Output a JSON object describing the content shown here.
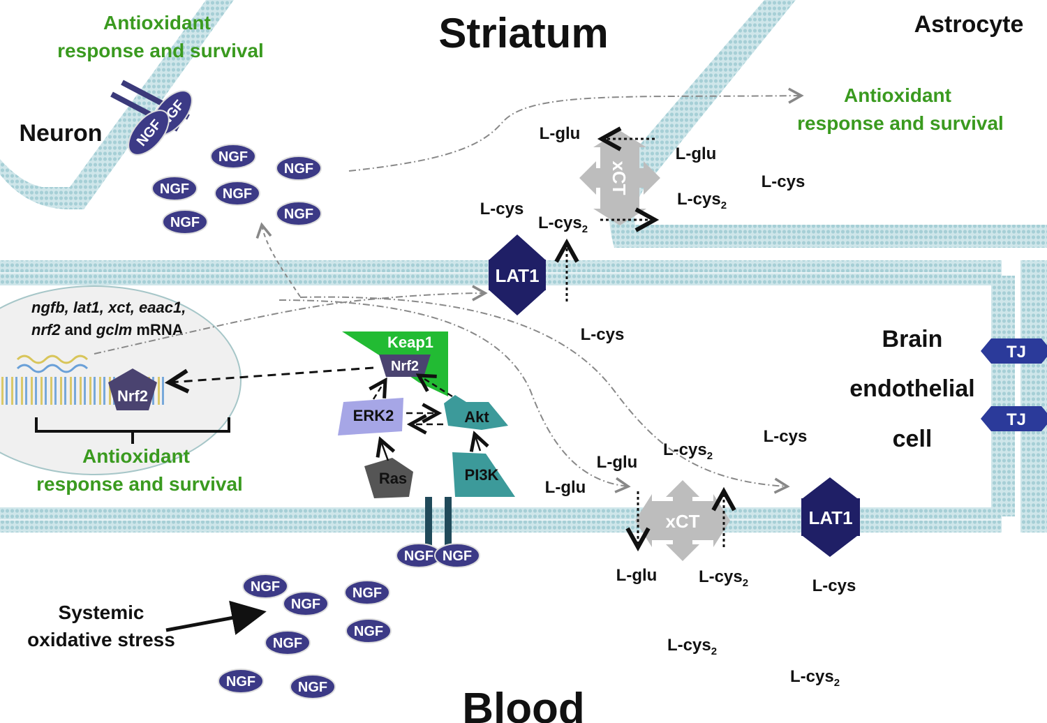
{
  "regions": {
    "striatum": "Striatum",
    "blood": "Blood",
    "astrocyte": "Astrocyte",
    "neuron": "Neuron",
    "endothelial": [
      "Brain",
      "endothelial",
      "cell"
    ]
  },
  "outcomes": {
    "antioxidant_line1": "Antioxidant",
    "antioxidant_line2": "response and survival"
  },
  "nucleus": {
    "mrna_line1": "ngfb, lat1, xct, eaac1,",
    "mrna_line2_a": "nrf2",
    "mrna_line2_b": " and ",
    "mrna_line2_c": "gclm",
    "mrna_line2_d": " mRNA",
    "nrf2": "Nrf2"
  },
  "signaling": {
    "keap1": "Keap1",
    "nrf2": "Nrf2",
    "erk2": "ERK2",
    "akt": "Akt",
    "ras": "Ras",
    "pi3k": "PI3K"
  },
  "transporters": {
    "lat1": "LAT1",
    "xct": "xCT",
    "tj": "TJ"
  },
  "ligand": "NGF",
  "metabolites": {
    "lglu": "L-glu",
    "lcys": "L-cys",
    "lcys2_base": "L-cys",
    "lcys2_sub": "2"
  },
  "stress": {
    "line1": "Systemic",
    "line2": "oxidative stress"
  },
  "colors": {
    "membrane": "#a9d0d6",
    "membrane_head": "#d9ecef",
    "ngf": "#3c3a86",
    "lat1": "#1f1f66",
    "xct": "#bdbdbd",
    "green_text": "#3a9a1f",
    "keap1": "#22bb33",
    "erk2": "#a6a6e6",
    "akt": "#3c9a9a",
    "ras": "#555555",
    "pi3k": "#3c9a9a",
    "tj": "#2b3a9a"
  }
}
